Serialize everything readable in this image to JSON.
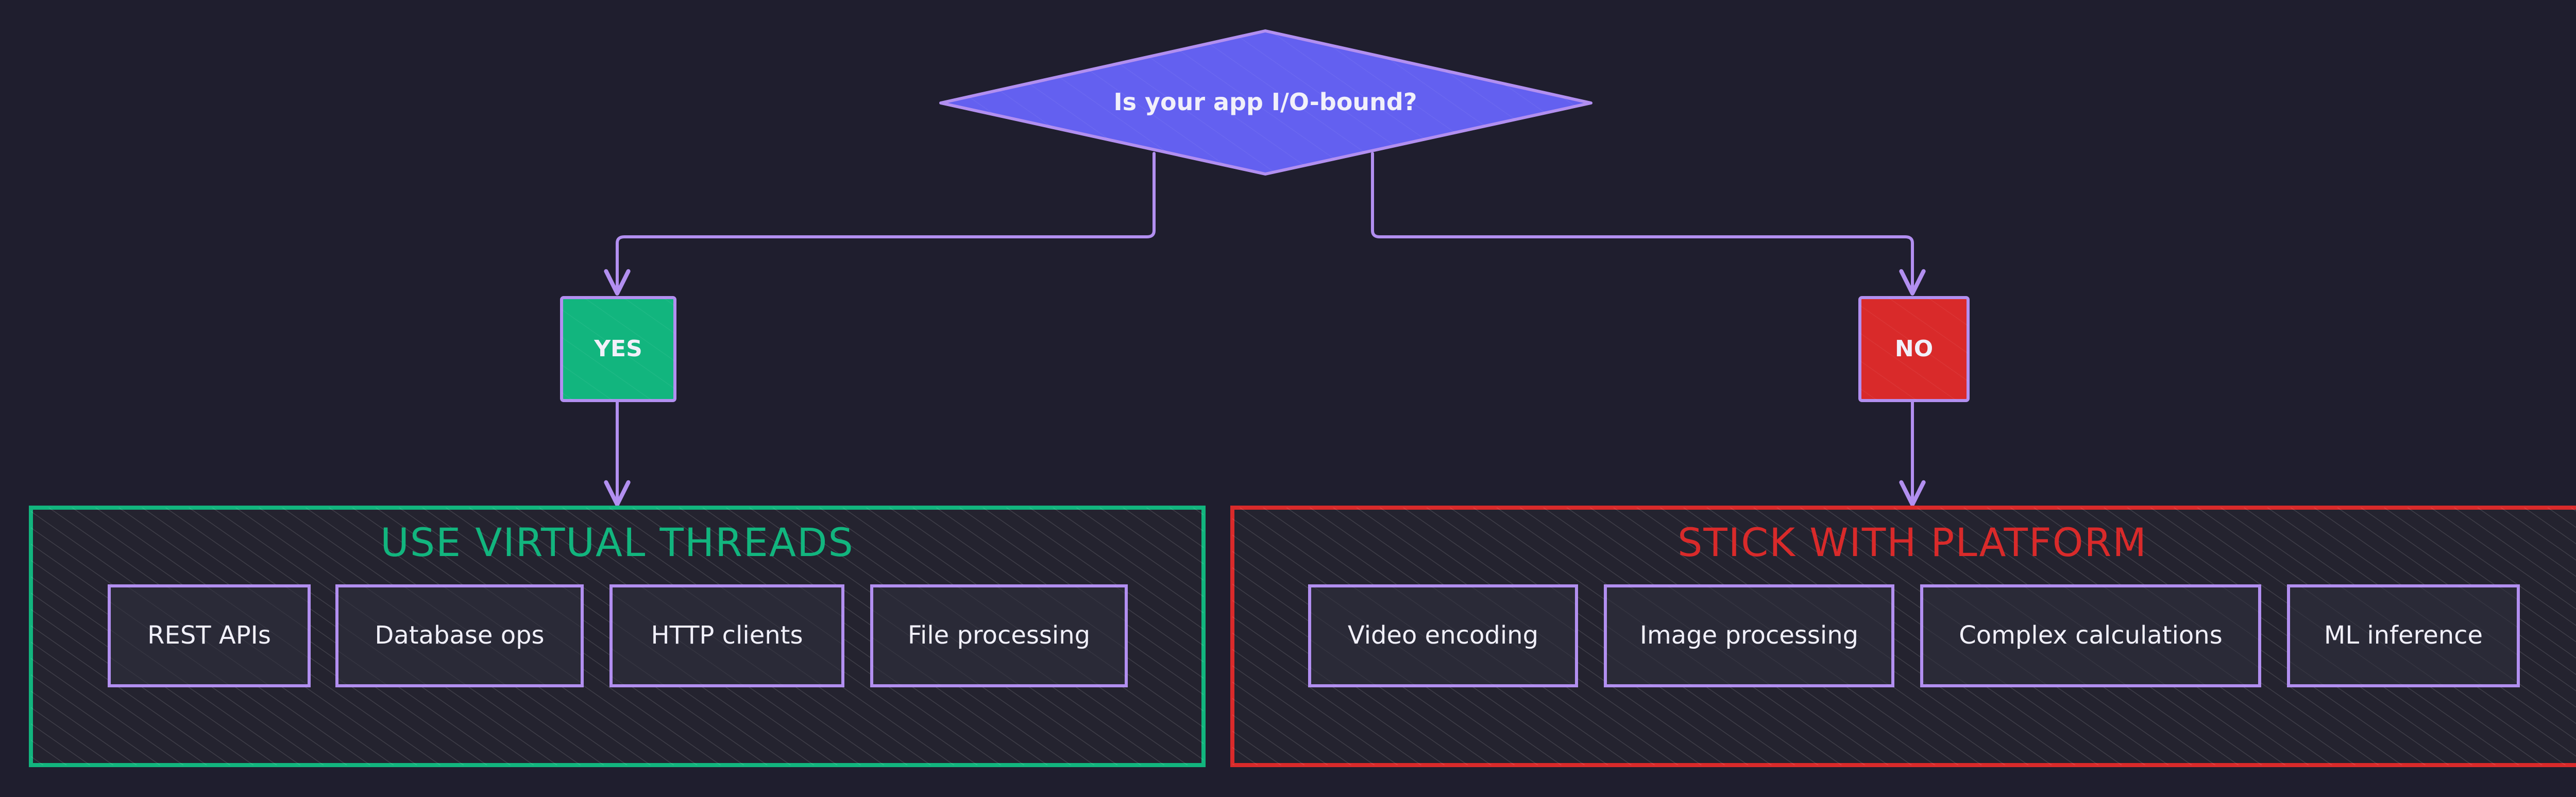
{
  "colors": {
    "background": "#1f1e2e",
    "stroke": "#b28ff0",
    "decision_fill": "#6360f0",
    "yes": "#12b57e",
    "no": "#d92a2a",
    "item_fill": "#2a2a37",
    "text": "#f1f0fa"
  },
  "decision": {
    "label": "Is your app I/O-bound?"
  },
  "yes_node": {
    "label": "YES"
  },
  "no_node": {
    "label": "NO"
  },
  "virtual_group": {
    "title": "USE VIRTUAL THREADS",
    "items": [
      "REST APIs",
      "Database ops",
      "HTTP clients",
      "File processing"
    ]
  },
  "platform_group": {
    "title": "STICK WITH PLATFORM",
    "items": [
      "Video encoding",
      "Image processing",
      "Complex calculations",
      "ML inference"
    ]
  }
}
